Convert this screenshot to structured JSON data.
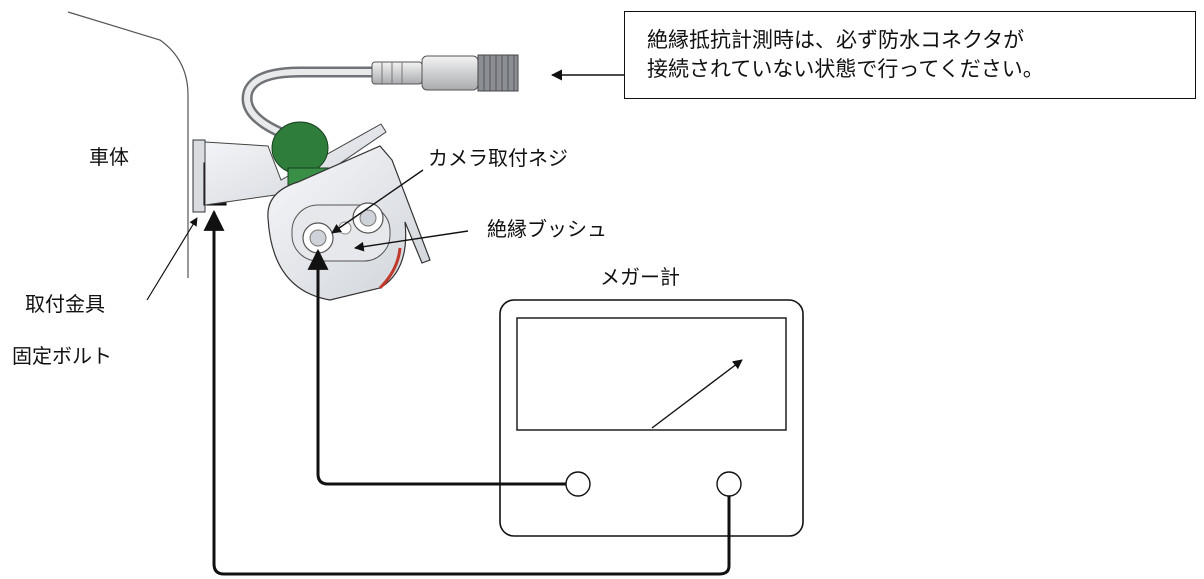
{
  "labels": {
    "vehicle_body": "車体",
    "mount_bracket": "取付金具",
    "fixing_bolt": "固定ボルト",
    "camera_screw": "カメラ取付ネジ",
    "insulation_bush": "絶縁ブッシュ",
    "megger": "メガー計"
  },
  "note": {
    "line1": "絶縁抵抗計測時は、必ず防水コネクタが",
    "line2": "接続されていない状態で行ってください。"
  },
  "colors": {
    "line": "#111111",
    "gland_green": "#2e7d3a",
    "metal_light": "#eef0f3",
    "metal_mid": "#c9ccd2",
    "red_accent": "#c0392b"
  }
}
